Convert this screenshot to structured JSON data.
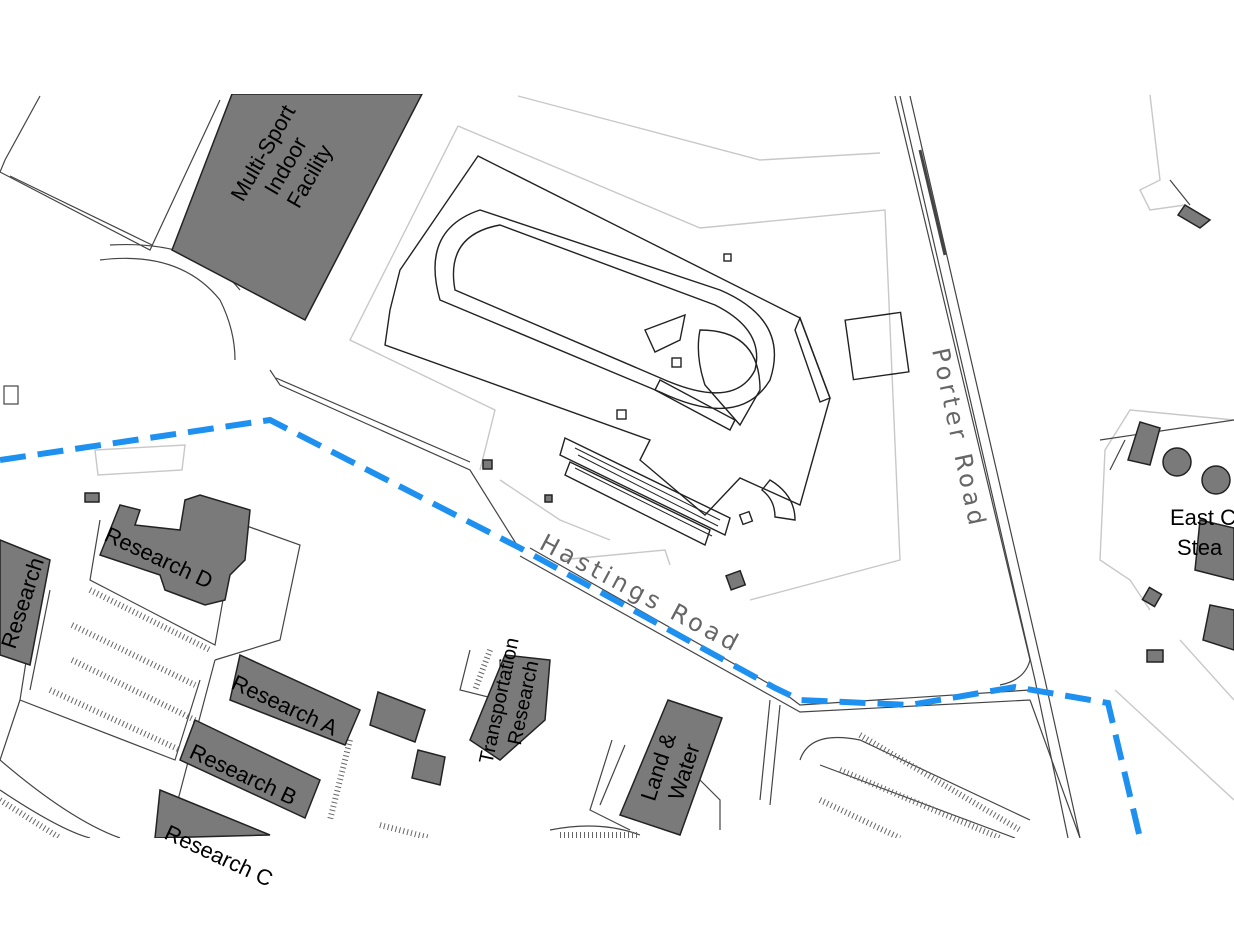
{
  "map": {
    "route_color": "#1E90F0",
    "building_fill": "#7a7a7a",
    "roads": [
      {
        "id": "porter",
        "label": "Porter Road"
      },
      {
        "id": "hastings",
        "label": "Hastings Road"
      }
    ],
    "buildings": [
      {
        "id": "multisport",
        "lines": [
          "Multi-Sport",
          "Indoor",
          "Facility"
        ]
      },
      {
        "id": "research-d",
        "lines": [
          "Research D"
        ]
      },
      {
        "id": "research-left",
        "lines": [
          "Research"
        ]
      },
      {
        "id": "research-a",
        "lines": [
          "Research A"
        ]
      },
      {
        "id": "research-b",
        "lines": [
          "Research B"
        ]
      },
      {
        "id": "research-c",
        "lines": [
          "Research C"
        ]
      },
      {
        "id": "transportation",
        "lines": [
          "Transportation",
          "Research"
        ]
      },
      {
        "id": "land-water",
        "lines": [
          "Land &",
          "Water"
        ]
      },
      {
        "id": "east-steam",
        "lines": [
          "East C",
          "Stea"
        ]
      }
    ]
  }
}
